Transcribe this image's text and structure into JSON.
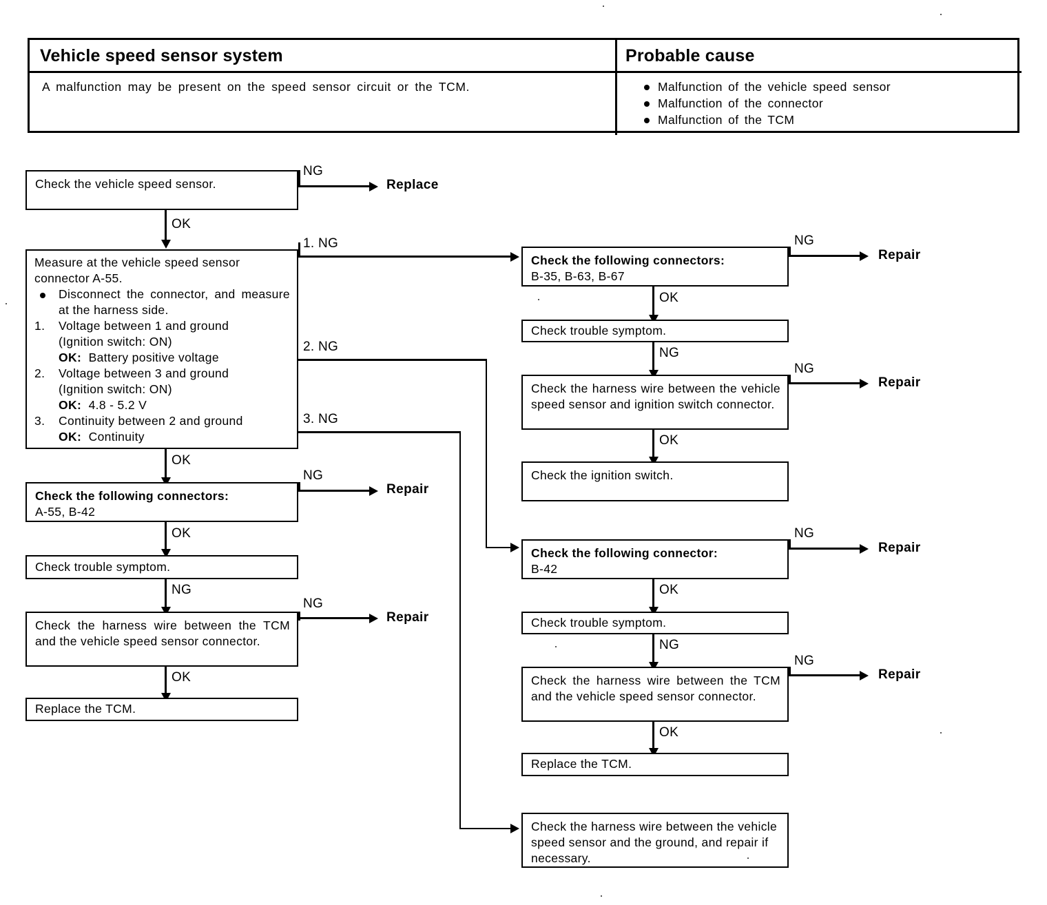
{
  "table": {
    "headers": [
      "Vehicle speed sensor system",
      "Probable cause"
    ],
    "symptom": "A malfunction may be present on the speed sensor circuit or the TCM.",
    "causes": [
      "Malfunction of the vehicle speed sensor",
      "Malfunction of the connector",
      "Malfunction of the TCM"
    ]
  },
  "flowchart": {
    "left": {
      "b1": "Check the vehicle speed sensor.",
      "b2": {
        "l1": "Measure at the vehicle speed sensor",
        "l2": "connector A-55.",
        "bullet": "Disconnect the connector, and measure at the harness side.",
        "i1a": "Voltage between 1 and ground",
        "i1b": "(Ignition switch: ON)",
        "i1c_ok": "OK:",
        "i1c_val": "Battery positive voltage",
        "i2a": "Voltage between 3 and ground",
        "i2b": "(Ignition switch: ON)",
        "i2c_ok": "OK:",
        "i2c_val": "4.8 - 5.2 V",
        "i3a": "Continuity between 2 and ground",
        "i3c_ok": "OK:",
        "i3c_val": "Continuity",
        "n1": "1.",
        "n2": "2.",
        "n3": "3."
      },
      "b3_title": "Check the following connectors:",
      "b3_sub": "A-55, B-42",
      "b4": "Check trouble symptom.",
      "b5": "Check the harness wire between the TCM and the vehicle speed sensor connector.",
      "b6": "Replace the TCM."
    },
    "right": {
      "r1_title": "Check the following connectors:",
      "r1_sub": "B-35, B-63, B-67",
      "r2": "Check trouble symptom.",
      "r3": "Check the harness wire between the vehicle speed sensor and ignition switch connector.",
      "r4": "Check the ignition switch.",
      "r5_title": "Check the following connector:",
      "r5_sub": "B-42",
      "r6": "Check trouble symptom.",
      "r7": "Check the harness wire between the TCM and the vehicle speed sensor connector.",
      "r8": "Replace the TCM.",
      "r9": "Check the harness wire between the vehicle speed sensor and the ground, and repair if necessary."
    },
    "labels": {
      "ng": "NG",
      "ok": "OK",
      "ng1": "1. NG",
      "ng2": "2. NG",
      "ng3": "3. NG",
      "replace": "Replace",
      "repair": "Repair"
    }
  },
  "colors": {
    "ink": "#000000",
    "paper": "#ffffff"
  }
}
